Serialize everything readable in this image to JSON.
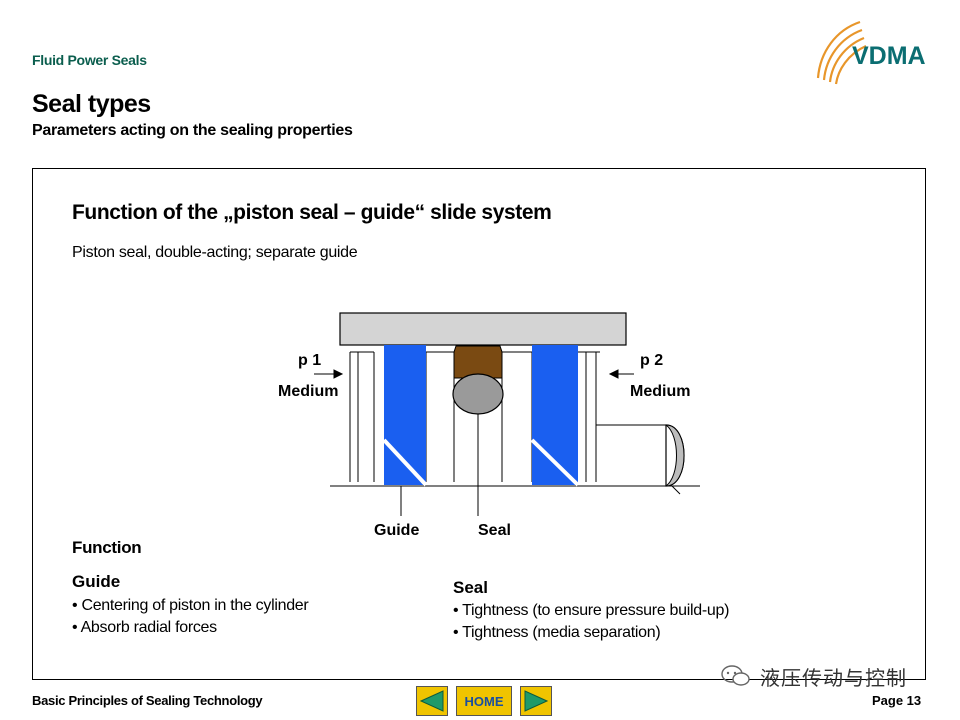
{
  "header": {
    "section_label": "Fluid Power Seals",
    "title": "Seal types",
    "subtitle": "Parameters acting on the sealing properties",
    "logo_text": "VDMA"
  },
  "content": {
    "heading": "Function of the „piston seal – guide“ slide system",
    "subheading": "Piston seal, double-acting; separate guide",
    "diagram": {
      "p1_label": "p 1",
      "p2_label": "p 2",
      "medium_left": "Medium",
      "medium_right": "Medium",
      "guide_label": "Guide",
      "seal_label": "Seal"
    },
    "function_heading": "Function",
    "guide": {
      "heading": "Guide",
      "bullets": [
        "• Centering of piston in the cylinder",
        "• Absorb radial forces"
      ]
    },
    "seal": {
      "heading": "Seal",
      "bullets": [
        "• Tightness (to ensure pressure build-up)",
        "• Tightness (media separation)"
      ]
    }
  },
  "footer": {
    "left_text": "Basic Principles of Sealing Technology",
    "home_label": "HOME",
    "page_label": "Page 13",
    "watermark": "液压传动与控制"
  },
  "colors": {
    "guide_blue": "#1a5ff0",
    "seal_brown": "#7a4a12",
    "oring_gray": "#9a9a9a",
    "nav_yellow": "#f0c400",
    "nav_green": "#1f9a6a",
    "vdma_teal": "#0b6e72",
    "vdma_orange": "#e8962a"
  }
}
